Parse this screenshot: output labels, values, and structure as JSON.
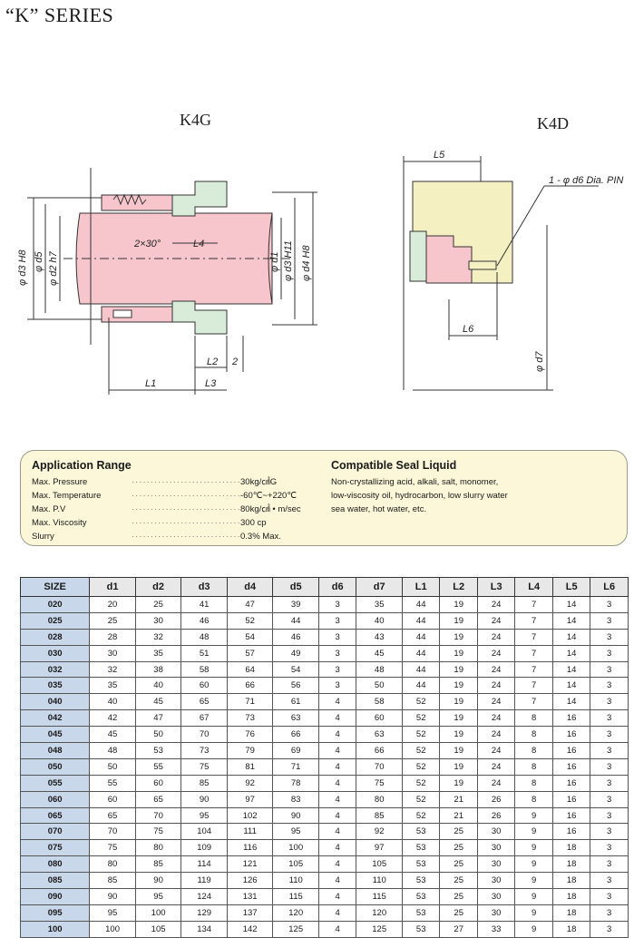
{
  "page": {
    "title": "“K” SERIES"
  },
  "diagram": {
    "k4g": {
      "label": "K4G",
      "dims": [
        "φ d3 H8",
        "φ d5",
        "φ d2 h7",
        "2×30°",
        "L4",
        "φ d1",
        "φ d3 H11",
        "φ d4 H8",
        "L1",
        "L2",
        "L3",
        "2"
      ]
    },
    "k4d": {
      "label": "K4D",
      "dims": [
        "L5",
        "1 - φ d6 Dia. PIN",
        "L6",
        "φ d7"
      ]
    }
  },
  "application": {
    "title": "Application Range",
    "rows": [
      {
        "label": "Max. Pressure",
        "value": "30kg/㎠G"
      },
      {
        "label": "Max. Temperature",
        "value": "-60℃~+220℃"
      },
      {
        "label": "Max. P.V",
        "value": "80kg/㎠ • m/sec"
      },
      {
        "label": "Max. Viscosity",
        "value": "300 cp"
      },
      {
        "label": "Slurry",
        "value": "0.3% Max."
      }
    ]
  },
  "liquid": {
    "title": "Compatible Seal Liquid",
    "lines": [
      "Non-crystallizing acid, alkali, salt, monomer,",
      "low-viscosity oil, hydrocarbon, low slurry water",
      "sea water, hot water, etc."
    ]
  },
  "table": {
    "headers": [
      "SIZE",
      "d1",
      "d2",
      "d3",
      "d4",
      "d5",
      "d6",
      "d7",
      "L1",
      "L2",
      "L3",
      "L4",
      "L5",
      "L6"
    ],
    "rows": [
      [
        "020",
        "20",
        "25",
        "41",
        "47",
        "39",
        "3",
        "35",
        "44",
        "19",
        "24",
        "7",
        "14",
        "3"
      ],
      [
        "025",
        "25",
        "30",
        "46",
        "52",
        "44",
        "3",
        "40",
        "44",
        "19",
        "24",
        "7",
        "14",
        "3"
      ],
      [
        "028",
        "28",
        "32",
        "48",
        "54",
        "46",
        "3",
        "43",
        "44",
        "19",
        "24",
        "7",
        "14",
        "3"
      ],
      [
        "030",
        "30",
        "35",
        "51",
        "57",
        "49",
        "3",
        "45",
        "44",
        "19",
        "24",
        "7",
        "14",
        "3"
      ],
      [
        "032",
        "32",
        "38",
        "58",
        "64",
        "54",
        "3",
        "48",
        "44",
        "19",
        "24",
        "7",
        "14",
        "3"
      ],
      [
        "035",
        "35",
        "40",
        "60",
        "66",
        "56",
        "3",
        "50",
        "44",
        "19",
        "24",
        "7",
        "14",
        "3"
      ],
      [
        "040",
        "40",
        "45",
        "65",
        "71",
        "61",
        "4",
        "58",
        "52",
        "19",
        "24",
        "7",
        "14",
        "3"
      ],
      [
        "042",
        "42",
        "47",
        "67",
        "73",
        "63",
        "4",
        "60",
        "52",
        "19",
        "24",
        "8",
        "16",
        "3"
      ],
      [
        "045",
        "45",
        "50",
        "70",
        "76",
        "66",
        "4",
        "63",
        "52",
        "19",
        "24",
        "8",
        "16",
        "3"
      ],
      [
        "048",
        "48",
        "53",
        "73",
        "79",
        "69",
        "4",
        "66",
        "52",
        "19",
        "24",
        "8",
        "16",
        "3"
      ],
      [
        "050",
        "50",
        "55",
        "75",
        "81",
        "71",
        "4",
        "70",
        "52",
        "19",
        "24",
        "8",
        "16",
        "3"
      ],
      [
        "055",
        "55",
        "60",
        "85",
        "92",
        "78",
        "4",
        "75",
        "52",
        "19",
        "24",
        "8",
        "16",
        "3"
      ],
      [
        "060",
        "60",
        "65",
        "90",
        "97",
        "83",
        "4",
        "80",
        "52",
        "21",
        "26",
        "8",
        "16",
        "3"
      ],
      [
        "065",
        "65",
        "70",
        "95",
        "102",
        "90",
        "4",
        "85",
        "52",
        "21",
        "26",
        "9",
        "16",
        "3"
      ],
      [
        "070",
        "70",
        "75",
        "104",
        "111",
        "95",
        "4",
        "92",
        "53",
        "25",
        "30",
        "9",
        "16",
        "3"
      ],
      [
        "075",
        "75",
        "80",
        "109",
        "116",
        "100",
        "4",
        "97",
        "53",
        "25",
        "30",
        "9",
        "18",
        "3"
      ],
      [
        "080",
        "80",
        "85",
        "114",
        "121",
        "105",
        "4",
        "105",
        "53",
        "25",
        "30",
        "9",
        "18",
        "3"
      ],
      [
        "085",
        "85",
        "90",
        "119",
        "126",
        "110",
        "4",
        "110",
        "53",
        "25",
        "30",
        "9",
        "18",
        "3"
      ],
      [
        "090",
        "90",
        "95",
        "124",
        "131",
        "115",
        "4",
        "115",
        "53",
        "25",
        "30",
        "9",
        "18",
        "3"
      ],
      [
        "095",
        "95",
        "100",
        "129",
        "137",
        "120",
        "4",
        "120",
        "53",
        "25",
        "30",
        "9",
        "18",
        "3"
      ],
      [
        "100",
        "100",
        "105",
        "134",
        "142",
        "125",
        "4",
        "125",
        "53",
        "27",
        "33",
        "9",
        "18",
        "3"
      ]
    ]
  }
}
